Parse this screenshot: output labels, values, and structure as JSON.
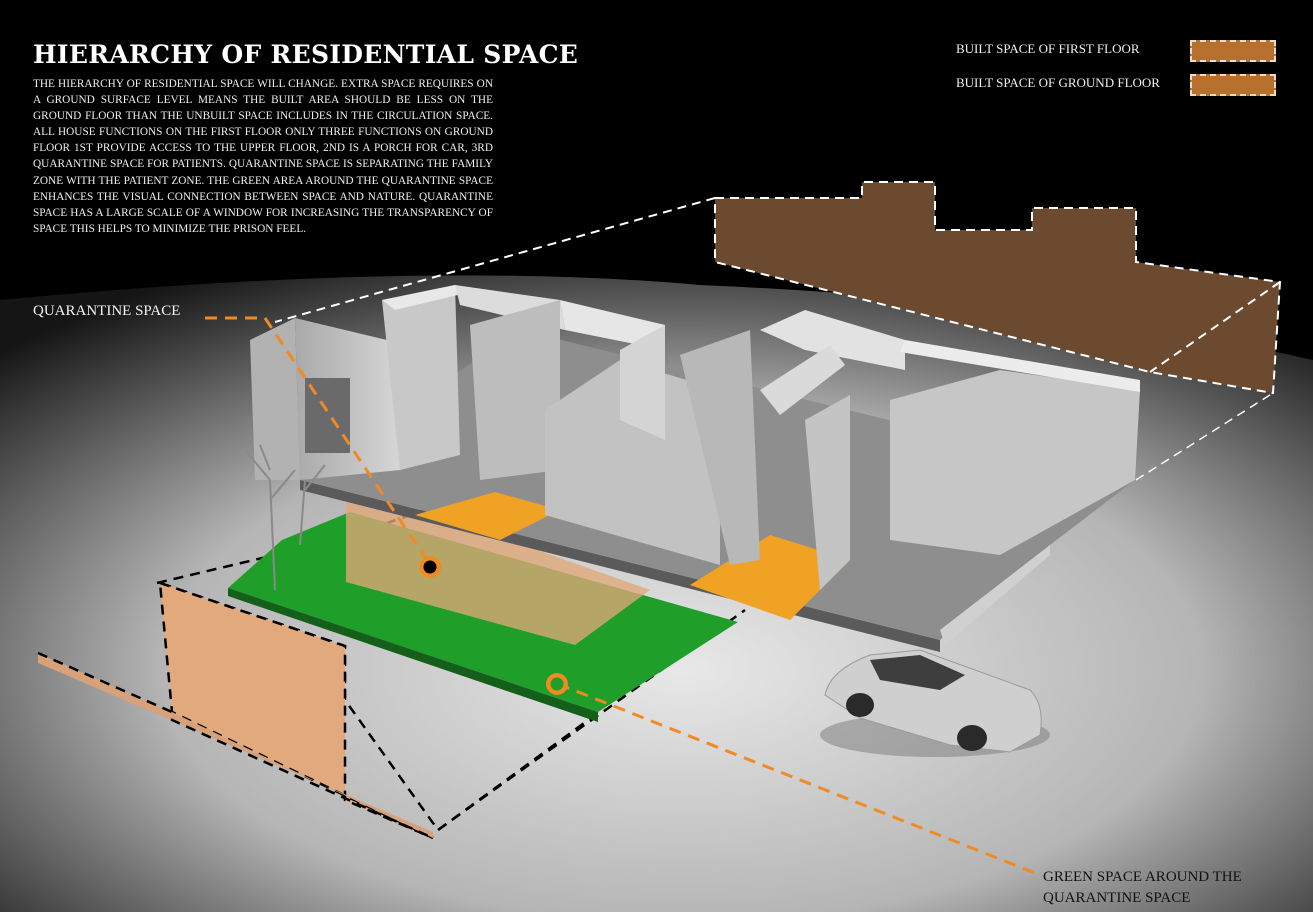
{
  "title": "HIERARCHY OF RESIDENTIAL SPACE",
  "description": "The hierarchy of residential space will change. Extra space requires on a ground surface level means the built area should be less on the ground floor than the unbuilt space includes in the circulation space. All house functions on the first floor only three functions on ground floor 1st provide access to the upper floor, 2nd is a porch for car, 3rd quarantine space for patients. Quarantine space is separating the family zone with the patient zone. The green area around the quarantine space enhances the visual connection between space and nature. Quarantine space has a large scale of a window for increasing the transparency of space this helps to minimize the prison feel.",
  "legend": [
    {
      "label": "BUILT SPACE OF FIRST FLOOR",
      "color": "#6b4a2f"
    },
    {
      "label": "BUILT SPACE OF GROUND FLOOR",
      "color": "#b8702e"
    }
  ],
  "callouts": {
    "quarantine": "QUARANTINE SPACE",
    "green": "GREEN SPACE AROUND THE QUARANTINE SPACE"
  },
  "colors": {
    "first_floor_fill": "#6b4a2f",
    "ground_floor_fill": "#e0a878",
    "green_space": "#1f9e2a",
    "lit_floor": "#f0a224",
    "leader_line": "#f08a24",
    "walls": "#c9c9c9"
  }
}
